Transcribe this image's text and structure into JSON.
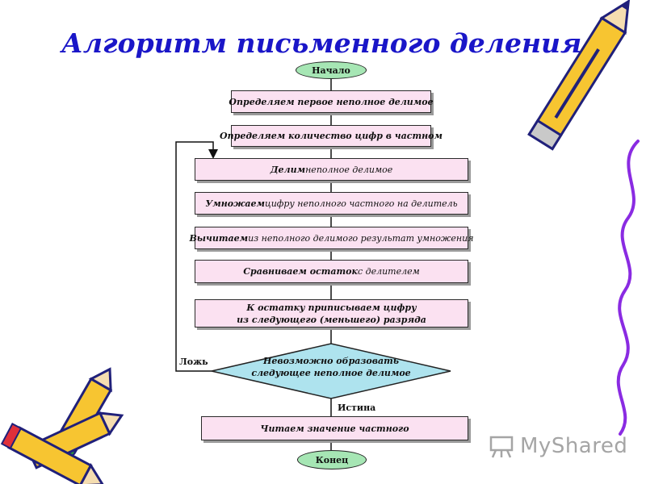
{
  "title": "Алгоритм письменного деления",
  "start": "Начало",
  "end": "Конец",
  "steps": [
    {
      "bold": "",
      "rest": "Определяем первое неполное делимое"
    },
    {
      "bold": "",
      "rest": "Определяем количество цифр в частном"
    },
    {
      "bold": "Делим",
      "rest": " неполное делимое"
    },
    {
      "bold": "Умножаем",
      "rest": " цифру неполного частного на делитель"
    },
    {
      "bold": "Вычитаем",
      "rest": " из неполного делимого результат умножения"
    },
    {
      "bold": "Сравниваем остаток",
      "rest": " с делителем"
    },
    {
      "bold": "",
      "line1": "К остатку приписываем цифру",
      "line2": "из следующего (меньшего) разряда"
    },
    {
      "bold": "",
      "rest": "Читаем значение частного"
    }
  ],
  "decision": {
    "line1": "Невозможно образовать",
    "line2": "следующее неполное делимое"
  },
  "labels": {
    "false": "Ложь",
    "true": "Истина"
  },
  "watermark": "MyShared",
  "colors": {
    "title": "#1a16c8",
    "box_fill": "#fbe1f1",
    "terminal_fill": "#a6e6b4",
    "decision_fill": "#aee3ee",
    "pencil_yellow": "#f7c531",
    "pencil_blue": "#20207a",
    "stroke_purple": "#8a2be2"
  },
  "icons": [
    "pencil-icon",
    "pencil-icon",
    "pencil-icon",
    "pencil-icon",
    "projector-icon"
  ]
}
